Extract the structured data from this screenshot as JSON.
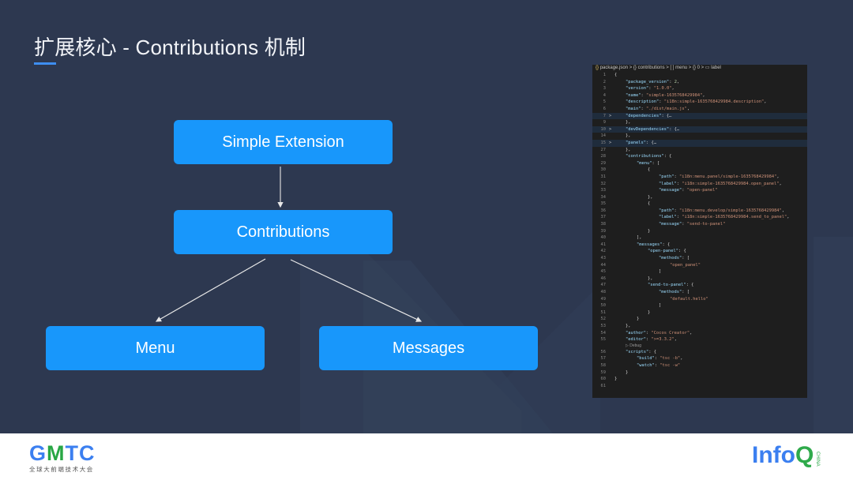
{
  "slide": {
    "title": "扩展核心 - Contributions 机制",
    "colors": {
      "background": "#2d3850",
      "accent": "#3e8ef0",
      "node": "#1897fb"
    }
  },
  "diagram": {
    "nodes": {
      "root": "Simple Extension",
      "contributions": "Contributions",
      "menu": "Menu",
      "messages": "Messages"
    },
    "edges": [
      {
        "from": "Simple Extension",
        "to": "Contributions"
      },
      {
        "from": "Contributions",
        "to": "Menu"
      },
      {
        "from": "Contributions",
        "to": "Messages"
      }
    ]
  },
  "editor": {
    "breadcrumb": [
      "package.json",
      "contributions",
      "menu",
      "0",
      "label"
    ],
    "breadcrumb_icons": [
      "json-braces-icon",
      "object-braces-icon",
      "array-brackets-icon",
      "object-braces-icon",
      "string-field-icon"
    ],
    "breadcrumb_glyphs": [
      "{}",
      "{}",
      "[ ]",
      "{}",
      "▭"
    ],
    "lines": [
      {
        "n": "1",
        "indent": 0,
        "parts": [
          [
            "p",
            "{"
          ]
        ]
      },
      {
        "n": "2",
        "indent": 1,
        "parts": [
          [
            "k",
            "\"package_version\""
          ],
          [
            "p",
            ": "
          ],
          [
            "n",
            "2"
          ],
          [
            "p",
            ","
          ]
        ]
      },
      {
        "n": "3",
        "indent": 1,
        "parts": [
          [
            "k",
            "\"version\""
          ],
          [
            "p",
            ": "
          ],
          [
            "s",
            "\"1.0.0\""
          ],
          [
            "p",
            ","
          ]
        ]
      },
      {
        "n": "4",
        "indent": 1,
        "parts": [
          [
            "k",
            "\"name\""
          ],
          [
            "p",
            ": "
          ],
          [
            "s",
            "\"simple-1635768429984\""
          ],
          [
            "p",
            ","
          ]
        ]
      },
      {
        "n": "5",
        "indent": 1,
        "parts": [
          [
            "k",
            "\"description\""
          ],
          [
            "p",
            ": "
          ],
          [
            "s",
            "\"i18n:simple-1635768429984.description\""
          ],
          [
            "p",
            ","
          ]
        ]
      },
      {
        "n": "6",
        "indent": 1,
        "parts": [
          [
            "k",
            "\"main\""
          ],
          [
            "p",
            ": "
          ],
          [
            "s",
            "\"./dist/main.js\""
          ],
          [
            "p",
            ","
          ]
        ]
      },
      {
        "n": "7",
        "indent": 1,
        "fold": true,
        "hl": true,
        "parts": [
          [
            "k",
            "\"dependencies\""
          ],
          [
            "p",
            ": {…"
          ]
        ]
      },
      {
        "n": "9",
        "indent": 1,
        "parts": [
          [
            "p",
            "},"
          ]
        ]
      },
      {
        "n": "10",
        "indent": 1,
        "fold": true,
        "hl": true,
        "parts": [
          [
            "k",
            "\"devDependencies\""
          ],
          [
            "p",
            ": {…"
          ]
        ]
      },
      {
        "n": "14",
        "indent": 1,
        "parts": [
          [
            "p",
            "},"
          ]
        ]
      },
      {
        "n": "15",
        "indent": 1,
        "fold": true,
        "hl": true,
        "parts": [
          [
            "k",
            "\"panels\""
          ],
          [
            "p",
            ": {…"
          ]
        ]
      },
      {
        "n": "27",
        "indent": 1,
        "parts": [
          [
            "p",
            "},"
          ]
        ]
      },
      {
        "n": "28",
        "indent": 1,
        "parts": [
          [
            "k",
            "\"contributions\""
          ],
          [
            "p",
            ": {"
          ]
        ]
      },
      {
        "n": "29",
        "indent": 2,
        "parts": [
          [
            "k",
            "\"menu\""
          ],
          [
            "p",
            ": ["
          ]
        ]
      },
      {
        "n": "30",
        "indent": 3,
        "parts": [
          [
            "p",
            "{"
          ]
        ]
      },
      {
        "n": "31",
        "indent": 4,
        "parts": [
          [
            "k",
            "\"path\""
          ],
          [
            "p",
            ": "
          ],
          [
            "s",
            "\"i18n:menu.panel/simple-1635768429984\""
          ],
          [
            "p",
            ","
          ]
        ]
      },
      {
        "n": "32",
        "indent": 4,
        "parts": [
          [
            "k",
            "\"label\""
          ],
          [
            "p",
            ": "
          ],
          [
            "s",
            "\"i18n:simple-1635768429984.open_panel\""
          ],
          [
            "p",
            ","
          ]
        ]
      },
      {
        "n": "33",
        "indent": 4,
        "parts": [
          [
            "k",
            "\"message\""
          ],
          [
            "p",
            ": "
          ],
          [
            "s",
            "\"open-panel\""
          ]
        ]
      },
      {
        "n": "34",
        "indent": 3,
        "parts": [
          [
            "p",
            "},"
          ]
        ]
      },
      {
        "n": "35",
        "indent": 3,
        "parts": [
          [
            "p",
            "{"
          ]
        ]
      },
      {
        "n": "36",
        "indent": 4,
        "parts": [
          [
            "k",
            "\"path\""
          ],
          [
            "p",
            ": "
          ],
          [
            "s",
            "\"i18n:menu.develop/simple-1635768429984\""
          ],
          [
            "p",
            ","
          ]
        ]
      },
      {
        "n": "37",
        "indent": 4,
        "parts": [
          [
            "k",
            "\"label\""
          ],
          [
            "p",
            ": "
          ],
          [
            "s",
            "\"i18n:simple-1635768429984.send_to_panel\""
          ],
          [
            "p",
            ","
          ]
        ]
      },
      {
        "n": "38",
        "indent": 4,
        "parts": [
          [
            "k",
            "\"message\""
          ],
          [
            "p",
            ": "
          ],
          [
            "s",
            "\"send-to-panel\""
          ]
        ]
      },
      {
        "n": "39",
        "indent": 3,
        "parts": [
          [
            "p",
            "}"
          ]
        ]
      },
      {
        "n": "40",
        "indent": 2,
        "parts": [
          [
            "p",
            "],"
          ]
        ]
      },
      {
        "n": "41",
        "indent": 2,
        "parts": [
          [
            "k",
            "\"messages\""
          ],
          [
            "p",
            ": {"
          ]
        ]
      },
      {
        "n": "42",
        "indent": 3,
        "parts": [
          [
            "k",
            "\"open-panel\""
          ],
          [
            "p",
            ": {"
          ]
        ]
      },
      {
        "n": "43",
        "indent": 4,
        "parts": [
          [
            "k",
            "\"methods\""
          ],
          [
            "p",
            ": ["
          ]
        ]
      },
      {
        "n": "44",
        "indent": 5,
        "parts": [
          [
            "s",
            "\"open_panel\""
          ]
        ]
      },
      {
        "n": "45",
        "indent": 4,
        "parts": [
          [
            "p",
            "]"
          ]
        ]
      },
      {
        "n": "46",
        "indent": 3,
        "parts": [
          [
            "p",
            "},"
          ]
        ]
      },
      {
        "n": "47",
        "indent": 3,
        "parts": [
          [
            "k",
            "\"send-to-panel\""
          ],
          [
            "p",
            ": {"
          ]
        ]
      },
      {
        "n": "48",
        "indent": 4,
        "parts": [
          [
            "k",
            "\"methods\""
          ],
          [
            "p",
            ": ["
          ]
        ]
      },
      {
        "n": "49",
        "indent": 5,
        "parts": [
          [
            "s",
            "\"default.hello\""
          ]
        ]
      },
      {
        "n": "50",
        "indent": 4,
        "parts": [
          [
            "p",
            "]"
          ]
        ]
      },
      {
        "n": "51",
        "indent": 3,
        "parts": [
          [
            "p",
            "}"
          ]
        ]
      },
      {
        "n": "52",
        "indent": 2,
        "parts": [
          [
            "p",
            "}"
          ]
        ]
      },
      {
        "n": "53",
        "indent": 1,
        "parts": [
          [
            "p",
            "},"
          ]
        ]
      },
      {
        "n": "54",
        "indent": 1,
        "parts": [
          [
            "k",
            "\"author\""
          ],
          [
            "p",
            ": "
          ],
          [
            "s",
            "\"Cocos Creator\""
          ],
          [
            "p",
            ","
          ]
        ]
      },
      {
        "n": "55",
        "indent": 1,
        "parts": [
          [
            "k",
            "\"editor\""
          ],
          [
            "p",
            ": "
          ],
          [
            "s",
            "\">=3.3.2\""
          ],
          [
            "p",
            ","
          ]
        ]
      },
      {
        "n": "",
        "indent": 1,
        "codelens": true,
        "parts": [
          [
            "p",
            "▷ Debug"
          ]
        ]
      },
      {
        "n": "56",
        "indent": 1,
        "parts": [
          [
            "k",
            "\"scripts\""
          ],
          [
            "p",
            ": {"
          ]
        ]
      },
      {
        "n": "57",
        "indent": 2,
        "parts": [
          [
            "k",
            "\"build\""
          ],
          [
            "p",
            ": "
          ],
          [
            "s",
            "\"tsc -b\""
          ],
          [
            "p",
            ","
          ]
        ]
      },
      {
        "n": "58",
        "indent": 2,
        "parts": [
          [
            "k",
            "\"watch\""
          ],
          [
            "p",
            ": "
          ],
          [
            "s",
            "\"tsc -w\""
          ]
        ]
      },
      {
        "n": "59",
        "indent": 1,
        "parts": [
          [
            "p",
            "}"
          ]
        ]
      },
      {
        "n": "60",
        "indent": 0,
        "parts": [
          [
            "p",
            "}"
          ]
        ]
      },
      {
        "n": "61",
        "indent": 0,
        "parts": []
      }
    ]
  },
  "footer": {
    "left_logo": {
      "word_start": "G",
      "word_mid": "M",
      "word_end": "TC",
      "subtitle": "全球大前端技术大会"
    },
    "right_logo": {
      "word_start": "Info",
      "word_end": "Q",
      "suffix": "CHINA"
    }
  }
}
